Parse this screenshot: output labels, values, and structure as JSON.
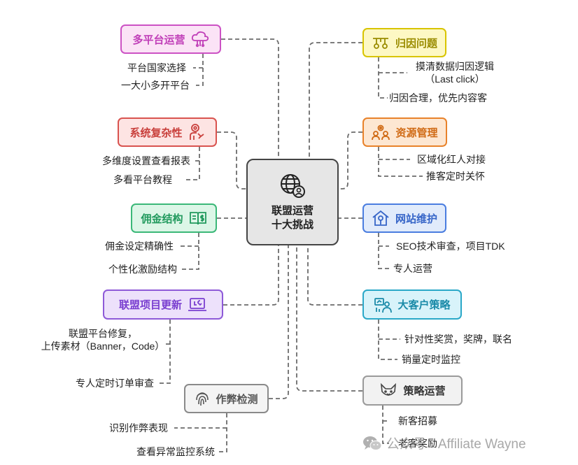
{
  "center": {
    "line1": "联盟运营",
    "line2": "十大挑战"
  },
  "branches": [
    {
      "id": "b1",
      "title": "多平台运营",
      "icon": "cloud-network-icon",
      "leaves": [
        "平台国家选择",
        "一大小多开平台"
      ]
    },
    {
      "id": "b2",
      "title": "系统复杂性",
      "icon": "person-gear-icon",
      "leaves": [
        "多维度设置查看报表",
        "多看平台教程"
      ]
    },
    {
      "id": "b3",
      "title": "佣金结构",
      "icon": "dollar-book-icon",
      "leaves": [
        "佣金设定精确性",
        "个性化激励结构"
      ]
    },
    {
      "id": "b4",
      "title": "联盟项目更新",
      "icon": "laptop-tools-icon",
      "leaves": [
        "联盟平台修复，\n上传素材（Banner，Code）",
        "专人定时订单审查"
      ]
    },
    {
      "id": "b5",
      "title": "作弊检测",
      "icon": "fingerprint-icon",
      "leaves": [
        "识别作弊表现",
        "查看异常监控系统"
      ]
    },
    {
      "id": "b6",
      "title": "归因问题",
      "icon": "flow-chart-icon",
      "leaves": [
        "摸清数据归因逻辑\n（Last click）",
        "归因合理，优先内容客"
      ]
    },
    {
      "id": "b7",
      "title": "资源管理",
      "icon": "team-gear-icon",
      "leaves": [
        "区域化红人对接",
        "推客定时关怀"
      ]
    },
    {
      "id": "b8",
      "title": "网站维护",
      "icon": "house-wrench-icon",
      "leaves": [
        "SEO技术审查，项目TDK",
        "专人运营"
      ]
    },
    {
      "id": "b9",
      "title": "大客户策略",
      "icon": "person-chart-icon",
      "leaves": [
        "针对性奖赏，奖牌，联名",
        "销量定时监控"
      ]
    },
    {
      "id": "b10",
      "title": "策略运营",
      "icon": "fox-icon",
      "leaves": [
        "新客招募",
        "老客奖励"
      ]
    }
  ],
  "watermark": {
    "text": "公众号 · Affiliate Wayne",
    "icon": "wechat-icon"
  },
  "colors": {
    "pink": "#cc52c4",
    "red": "#d9534f",
    "green": "#3bb878",
    "purple": "#8e5ad8",
    "gray": "#8a8a8a",
    "yellow": "#d8c400",
    "orange": "#e8822a",
    "blue": "#4a7de0",
    "cyan": "#2aa8c8",
    "lightgray": "#9a9a9a"
  }
}
